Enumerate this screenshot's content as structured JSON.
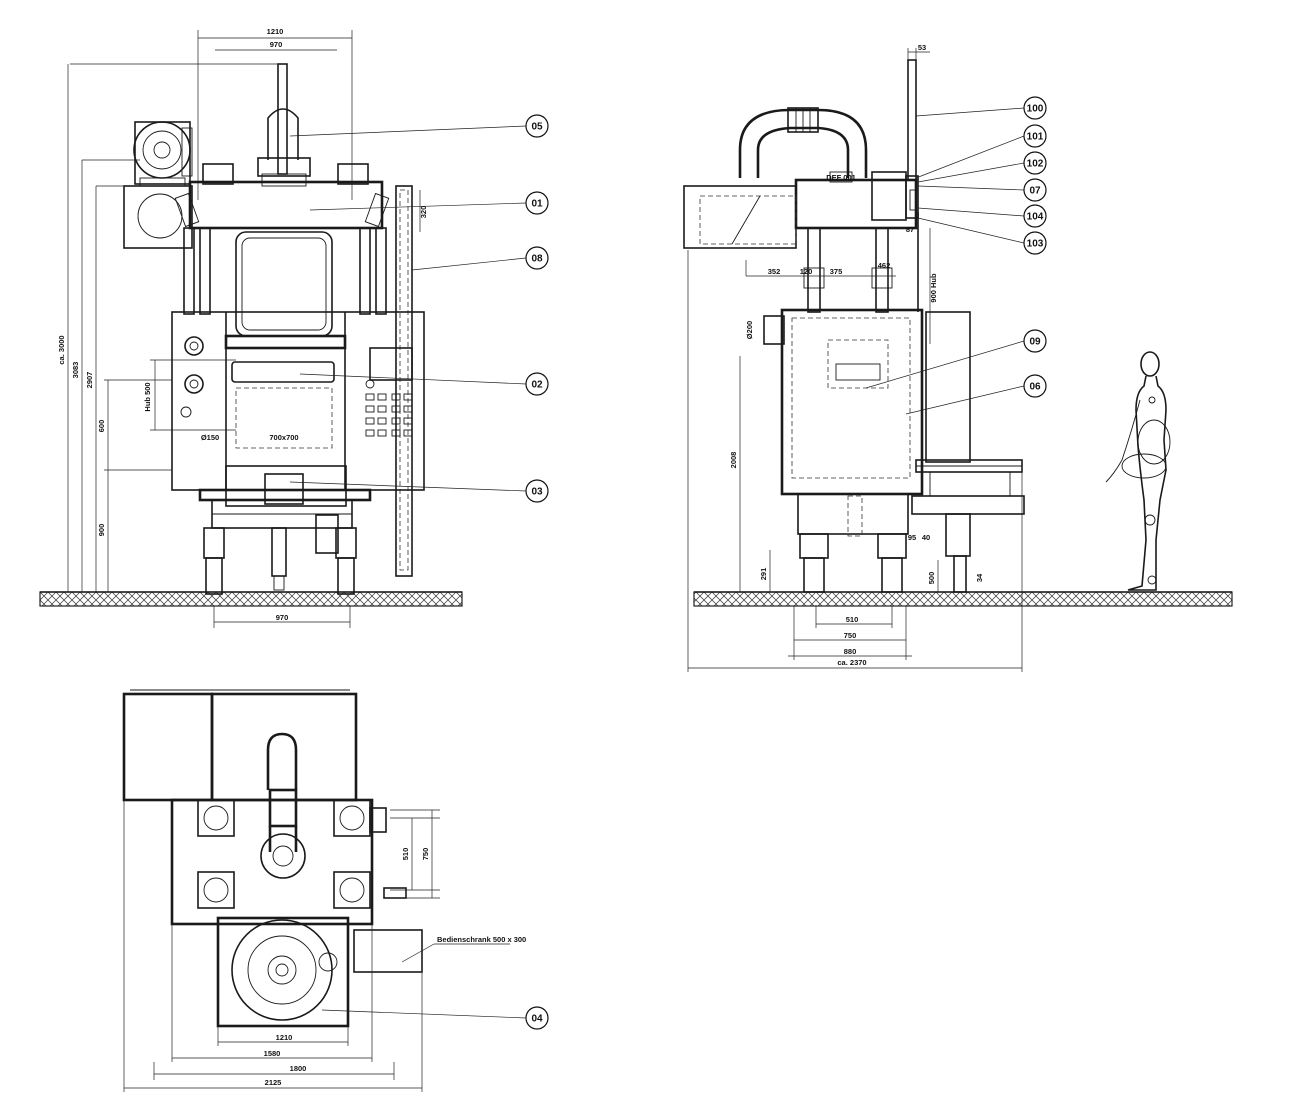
{
  "front_view": {
    "dims": {
      "top_overall": "1210",
      "top_inner": "970",
      "bottom": "970",
      "h_3000": "ca. 3000",
      "h_3083": "3083",
      "h_2907": "2907",
      "h_600": "600",
      "h_900": "900",
      "stroke": "Hub 500",
      "side_320": "320",
      "opening": "700x700",
      "dia150": "Ø150"
    },
    "callouts": [
      "05",
      "01",
      "08",
      "02",
      "03"
    ]
  },
  "side_view": {
    "dims": {
      "top_53": "53",
      "w_352": "352",
      "w_120": "120",
      "w_375": "375",
      "w_462": "462",
      "w_87": "87",
      "stroke_900": "900 Hub",
      "dia200": "Ø200",
      "h_2008": "2008",
      "h_291": "291",
      "h_500": "500",
      "h_34": "34",
      "w_95": "95",
      "w_40": "40",
      "w_510": "510",
      "w_750": "750",
      "w_880": "880",
      "overall": "ca. 2370",
      "nameplate": "DEF 001"
    },
    "callouts": [
      "100",
      "101",
      "102",
      "07",
      "104",
      "103",
      "09",
      "06"
    ]
  },
  "top_view": {
    "dims": {
      "w_1210": "1210",
      "w_1580": "1580",
      "w_1800": "1800",
      "w_2125": "2125",
      "h_510": "510",
      "h_750": "750"
    },
    "cabinet_label": "Bedienschrank 500 x 300",
    "callouts": [
      "04"
    ]
  }
}
